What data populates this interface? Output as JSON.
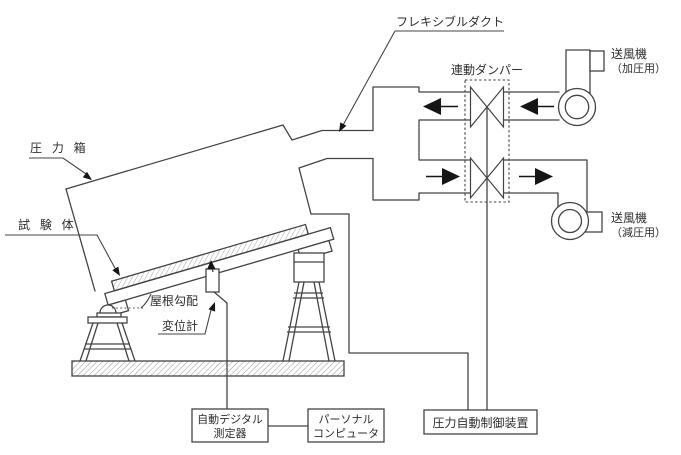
{
  "diagram": {
    "type": "technical-schematic",
    "labels": {
      "flexible_duct": "フレキシブルダクト",
      "linked_damper": "連動ダンパー",
      "blower_pressurize": {
        "line1": "送風機",
        "line2": "（加圧用）"
      },
      "blower_depressurize": {
        "line1": "送風機",
        "line2": "（減圧用）"
      },
      "pressure_box": "圧 力 箱",
      "specimen": "試 験 体",
      "roof_slope": "屋根勾配",
      "displacement_gauge": "変位計",
      "digital_meter": {
        "line1": "自動デジタル",
        "line2": "測定器"
      },
      "personal_computer": {
        "line1": "パーソナル",
        "line2": "コンピュータ"
      },
      "pressure_controller": "圧力自動制御装置"
    },
    "colors": {
      "line": "#444444",
      "text": "#2e2e2e",
      "arrow_fill": "#151515",
      "background": "#ffffff",
      "hatch": "#9a9a9a"
    },
    "flow": {
      "upper_duct_direction": "left (pressurization into box)",
      "lower_duct_direction": "right (suction out of box)"
    }
  }
}
